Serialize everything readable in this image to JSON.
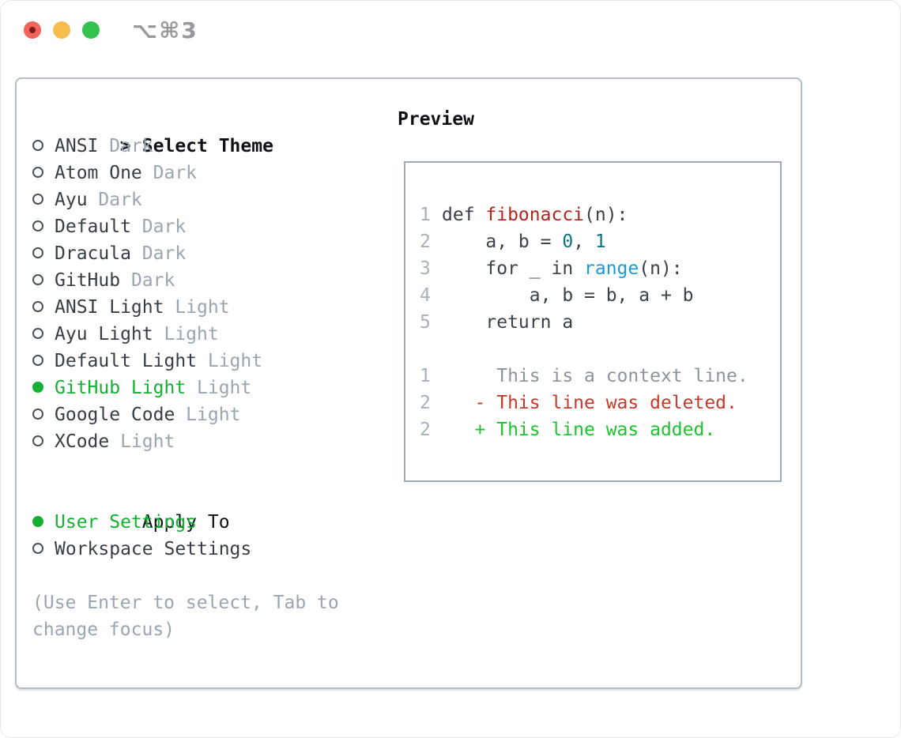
{
  "window": {
    "title_shortcut": "⌥⌘3"
  },
  "titlebar_buttons": [
    {
      "name": "close-button",
      "color_key": "tl-red"
    },
    {
      "name": "minimize-button",
      "color_key": "tl-yellow"
    },
    {
      "name": "zoom-button",
      "color_key": "tl-green"
    }
  ],
  "theme_panel": {
    "prompt": ">",
    "header": "Select Theme",
    "themes": [
      {
        "name": "ANSI",
        "variant": "Dark",
        "selected": false
      },
      {
        "name": "Atom One",
        "variant": "Dark",
        "selected": false
      },
      {
        "name": "Ayu",
        "variant": "Dark",
        "selected": false
      },
      {
        "name": "Default",
        "variant": "Dark",
        "selected": false
      },
      {
        "name": "Dracula",
        "variant": "Dark",
        "selected": false
      },
      {
        "name": "GitHub",
        "variant": "Dark",
        "selected": false
      },
      {
        "name": "ANSI Light",
        "variant": "Light",
        "selected": false
      },
      {
        "name": "Ayu Light",
        "variant": "Light",
        "selected": false
      },
      {
        "name": "Default Light",
        "variant": "Light",
        "selected": false
      },
      {
        "name": "GitHub Light",
        "variant": "Light",
        "selected": true
      },
      {
        "name": "Google Code",
        "variant": "Light",
        "selected": false
      },
      {
        "name": "XCode",
        "variant": "Light",
        "selected": false
      }
    ],
    "apply_to": {
      "header": "Apply To",
      "options": [
        {
          "label": "User Settings",
          "selected": true
        },
        {
          "label": "Workspace Settings",
          "selected": false
        }
      ]
    },
    "help_lines": [
      "(Use Enter to select, Tab to",
      "change focus)"
    ]
  },
  "preview": {
    "header": "Preview",
    "lines": [
      {
        "num": "1",
        "segments": [
          [
            "def ",
            "code"
          ],
          [
            "fibonacci",
            "func"
          ],
          [
            "(n):",
            "code"
          ]
        ]
      },
      {
        "num": "2",
        "segments": [
          [
            "    a, b = ",
            "code"
          ],
          [
            "0",
            "num"
          ],
          [
            ", ",
            "code"
          ],
          [
            "1",
            "num"
          ]
        ]
      },
      {
        "num": "3",
        "segments": [
          [
            "    for _ in ",
            "code"
          ],
          [
            "range",
            "builtin"
          ],
          [
            "(n):",
            "code"
          ]
        ]
      },
      {
        "num": "4",
        "segments": [
          [
            "        a, b = b, a + b",
            "code"
          ]
        ]
      },
      {
        "num": "5",
        "segments": [
          [
            "    return a",
            "code"
          ]
        ]
      },
      {
        "blank": true
      },
      {
        "num": "1",
        "segments": [
          [
            "     This is a context line.",
            "ctx"
          ]
        ]
      },
      {
        "num": "2",
        "segments": [
          [
            "   - This line was deleted.",
            "del"
          ]
        ]
      },
      {
        "num": "2",
        "segments": [
          [
            "   + This line was added.",
            "add"
          ]
        ]
      }
    ]
  },
  "colors": {
    "tl-red": "#f2635c",
    "tl-red-dot": "#7c1a16",
    "tl-yellow": "#f6bd4e",
    "tl-green": "#36c24f",
    "title-gray": "#98989d",
    "panel-border": "#b5bdc6",
    "preview-border": "#a0aab5",
    "header-ink": "#0d1116",
    "item-ink": "#363d45",
    "bullet-ring": "#4a515a",
    "muted": "#9aa5b2",
    "sel-green": "#14b034",
    "lineno": "#a7b1bd",
    "code-ink": "#3a4149",
    "func-red": "#ae261e",
    "num-teal": "#0f7287",
    "builtin-blue": "#1a9bd8",
    "ctx-gray": "#8b949d",
    "del-red": "#c43a2a",
    "add-green": "#1dc42d"
  }
}
